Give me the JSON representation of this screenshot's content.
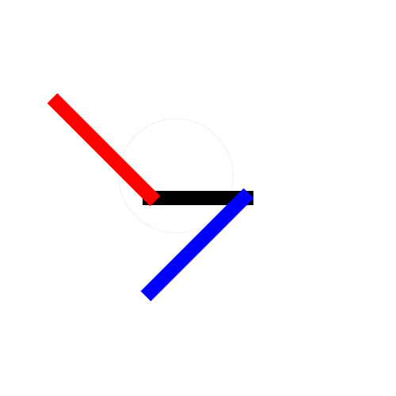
{
  "canvas": {
    "background": "#ffffff"
  },
  "ghost_circle": {
    "present": true,
    "color": "#f4f4f4"
  },
  "segments": [
    {
      "name": "black-bar-segment",
      "color": "#000000",
      "order": 1
    },
    {
      "name": "red-diagonal-segment",
      "color": "#ff0000",
      "order": 2
    },
    {
      "name": "blue-diagonal-segment",
      "color": "#0000ff",
      "order": 3
    }
  ]
}
